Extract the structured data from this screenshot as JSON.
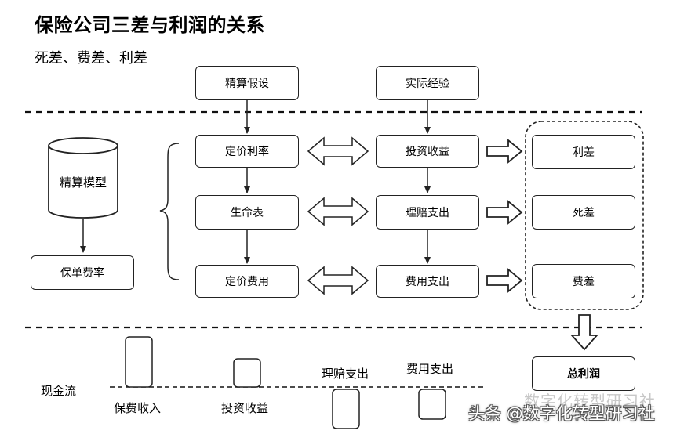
{
  "title": "保险公司三差与利润的关系",
  "subtitle": "死差、费差、利差",
  "top_boxes": {
    "pricing_assumption": "精算假设",
    "actual_experience": "实际经验"
  },
  "left": {
    "model": "精算模型",
    "premium_rate": "保单费率"
  },
  "assumption_items": [
    "定价利率",
    "生命表",
    "定价费用"
  ],
  "actual_items": [
    "投资收益",
    "理赔支出",
    "费用支出"
  ],
  "spread_items": [
    "利差",
    "死差",
    "费差"
  ],
  "total_profit": "总利润",
  "cashflow": {
    "label": "现金流",
    "premium_income": "保费收入",
    "investment_income": "投资收益",
    "claims_expense": "理赔支出",
    "expense_outflow": "费用支出"
  },
  "watermark": "头条 @数字化转型研习社",
  "watermark_faint": "数字化转型研习社"
}
